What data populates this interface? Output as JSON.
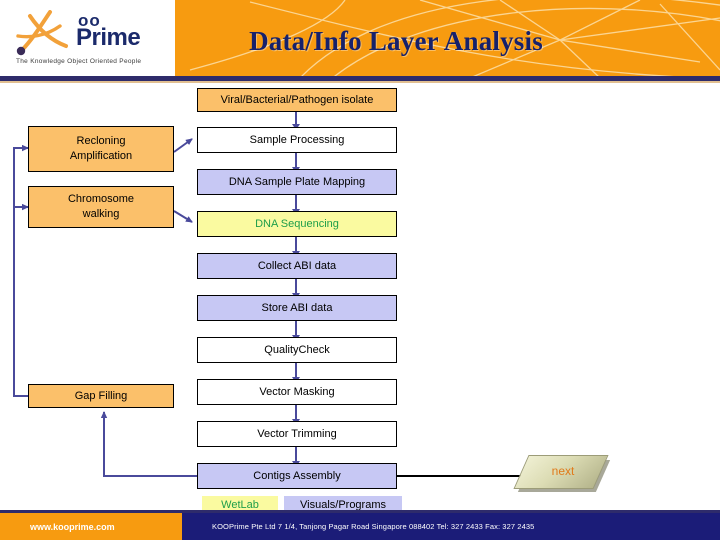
{
  "header": {
    "title": "Data/Info Layer Analysis",
    "bg_color": "#F79B10",
    "title_color": "#16216B",
    "logo": {
      "oo": "oo",
      "prime": "Prime",
      "tagline": "The Knowledge Object Oriented People"
    }
  },
  "flow": {
    "main_nodes": [
      {
        "id": "isolate",
        "label": "Viral/Bacterial/Pathogen isolate",
        "color": "#FBC06A",
        "kind": "orange"
      },
      {
        "id": "sample",
        "label": "Sample Processing",
        "color": "#FFFFFF",
        "kind": "white"
      },
      {
        "id": "mapping",
        "label": "DNA Sample Plate Mapping",
        "color": "#C7C8F4",
        "kind": "lav"
      },
      {
        "id": "seq",
        "label": "DNA Sequencing",
        "color": "#FAFAA0",
        "kind": "yellow"
      },
      {
        "id": "collect",
        "label": "Collect ABI data",
        "color": "#C7C8F4",
        "kind": "lav"
      },
      {
        "id": "store",
        "label": "Store ABI data",
        "color": "#C7C8F4",
        "kind": "lav"
      },
      {
        "id": "quality",
        "label": "QualityCheck",
        "color": "#FFFFFF",
        "kind": "white"
      },
      {
        "id": "masking",
        "label": "Vector Masking",
        "color": "#FFFFFF",
        "kind": "white"
      },
      {
        "id": "trimming",
        "label": "Vector Trimming",
        "color": "#FFFFFF",
        "kind": "white"
      },
      {
        "id": "contigs",
        "label": "Contigs Assembly",
        "color": "#C7C8F4",
        "kind": "lav"
      }
    ],
    "side_nodes": [
      {
        "id": "recloning",
        "line1": "Recloning",
        "line2": "Amplification",
        "color": "#FBC06A"
      },
      {
        "id": "chromosome",
        "line1": "Chromosome",
        "line2": "walking",
        "color": "#FBC06A"
      },
      {
        "id": "gapfilling",
        "line1": "Gap Filling",
        "line2": "",
        "color": "#FBC06A"
      }
    ],
    "connector_color": "#4A4A9B"
  },
  "legend": [
    {
      "id": "wetlab",
      "label": "WetLab",
      "bg": "#FAFAA0",
      "fg": "#1E9E4A"
    },
    {
      "id": "visuals",
      "label": "Visuals/Programs",
      "bg": "#C7C8F4",
      "fg": "#000000"
    }
  ],
  "next_button": {
    "label": "next",
    "color": "#E07A1A"
  },
  "footer": {
    "website": "www.kooprime.com",
    "address": "KOOPrime Pte Ltd 7 1/4, Tanjong Pagar Road Singapore 088402 Tel: 327 2433 Fax: 327 2435",
    "left_bg": "#F79B10",
    "right_bg": "#1B1C78"
  }
}
